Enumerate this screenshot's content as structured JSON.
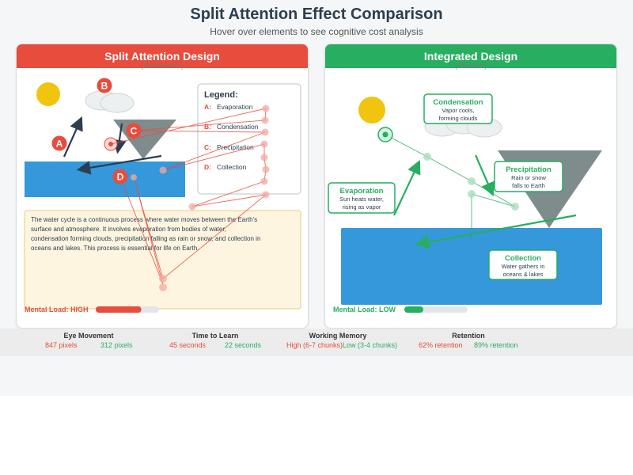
{
  "title": "Split Attention Effect Comparison",
  "subtitle": "Hover over elements to see cognitive cost analysis",
  "colors": {
    "bad": "#e74c3c",
    "good": "#27ae60",
    "water": "#3498db",
    "sun": "#f1c40f",
    "mountain": "#7f8c8d",
    "arrow": "#2c3e50"
  },
  "split_panel": {
    "title": "Split Attention Design",
    "subtitle": "(Problematic)",
    "markers": [
      "A",
      "B",
      "C",
      "D"
    ],
    "legend": {
      "title": "Legend:",
      "items": [
        {
          "key": "A:",
          "label": "Evaporation"
        },
        {
          "key": "B:",
          "label": "Condensation"
        },
        {
          "key": "C:",
          "label": "Precipitation"
        },
        {
          "key": "D:",
          "label": "Collection"
        }
      ]
    },
    "description_lines": [
      "The water cycle is a continuous process where water moves between the Earth's",
      "surface and atmosphere. It involves evaporation from bodies of water,",
      "condensation forming clouds, precipitation falling as rain or snow, and collection in",
      "oceans and lakes. This process is essential for life on Earth."
    ],
    "mental_load": {
      "label": "Mental Load: HIGH",
      "fill": 0.72
    }
  },
  "integrated_panel": {
    "title": "Integrated Design",
    "subtitle": "(Effective)",
    "callouts": [
      {
        "title": "Condensation",
        "lines": [
          "Vapor cools,",
          "forming clouds"
        ]
      },
      {
        "title": "Precipitation",
        "lines": [
          "Rain or snow",
          "falls to Earth"
        ]
      },
      {
        "title": "Evaporation",
        "lines": [
          "Sun heats water,",
          "rising as vapor"
        ]
      },
      {
        "title": "Collection",
        "lines": [
          "Water gathers in",
          "oceans & lakes"
        ]
      }
    ],
    "mental_load": {
      "label": "Mental Load: LOW",
      "fill": 0.3
    }
  },
  "stats": [
    {
      "label": "Eye Movement",
      "split": "847 pixels",
      "integrated": "312 pixels"
    },
    {
      "label": "Time to Learn",
      "split": "45 seconds",
      "integrated": "22 seconds"
    },
    {
      "label": "Working Memory",
      "split": "High (6-7 chunks)",
      "integrated": "Low (3-4 chunks)"
    },
    {
      "label": "Retention",
      "split": "62% retention",
      "integrated": "89% retention"
    }
  ]
}
